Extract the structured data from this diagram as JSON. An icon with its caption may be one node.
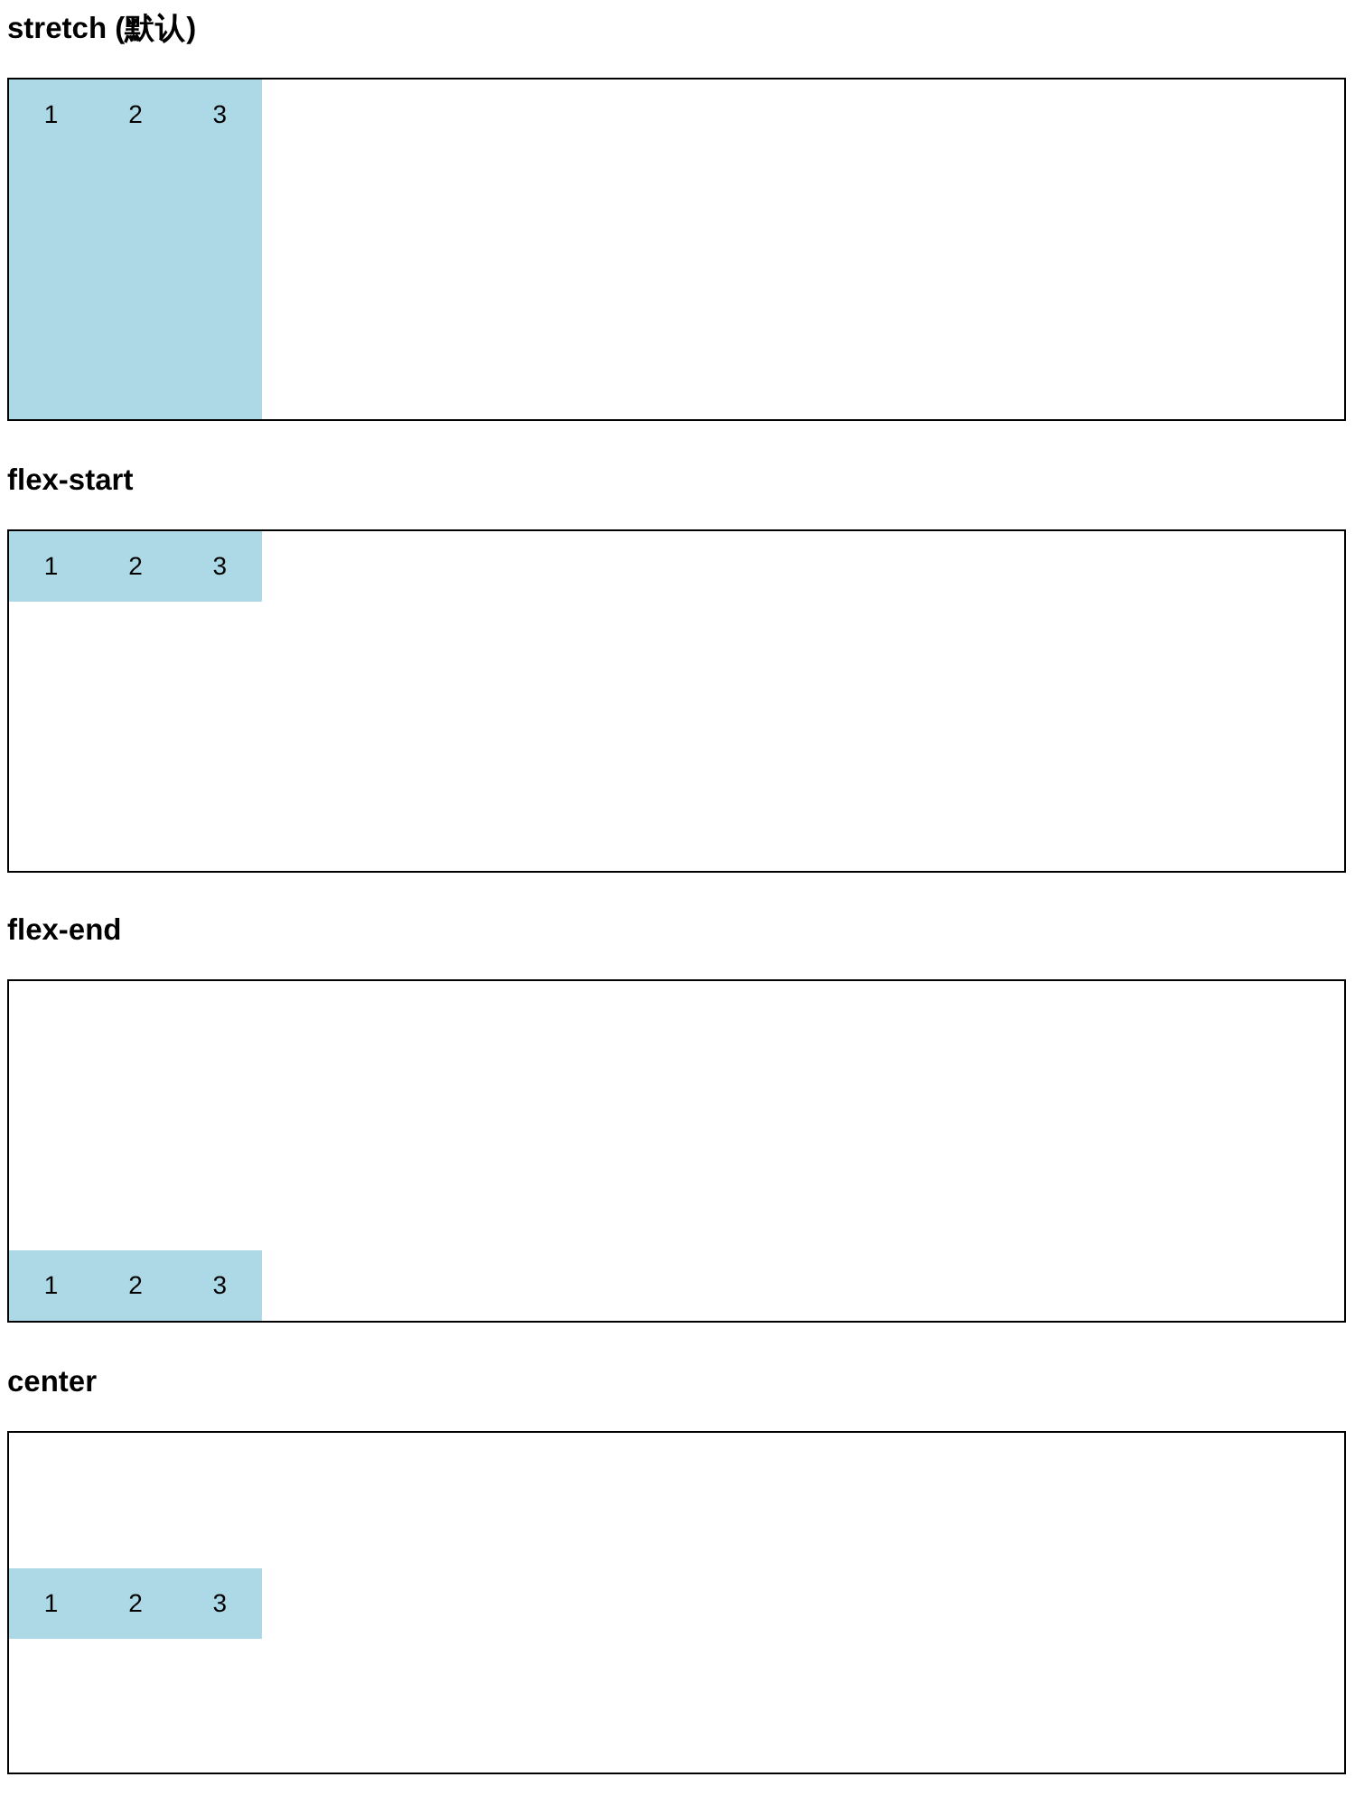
{
  "diagram": {
    "nodes": [
      {
        "text": [
          "stretch (默认)"
        ]
      },
      {
        "text": [
          "1"
        ],
        "in": 0
      },
      {
        "text": [
          "2"
        ],
        "in": 0
      },
      {
        "text": [
          "3"
        ],
        "in": 0
      },
      {
        "text": [
          "flex-start"
        ]
      },
      {
        "text": [
          "1"
        ],
        "in": 4
      },
      {
        "text": [
          "2"
        ],
        "in": 4
      },
      {
        "text": [
          "3"
        ],
        "in": 4
      },
      {
        "text": [
          "flex-end"
        ]
      },
      {
        "text": [
          "1"
        ],
        "in": 8
      },
      {
        "text": [
          "2"
        ],
        "in": 8
      },
      {
        "text": [
          "3"
        ],
        "in": 8
      },
      {
        "text": [
          "center"
        ]
      },
      {
        "text": [
          "1"
        ],
        "in": 12
      },
      {
        "text": [
          "2"
        ],
        "in": 12
      },
      {
        "text": [
          "3"
        ],
        "in": 12
      }
    ]
  }
}
